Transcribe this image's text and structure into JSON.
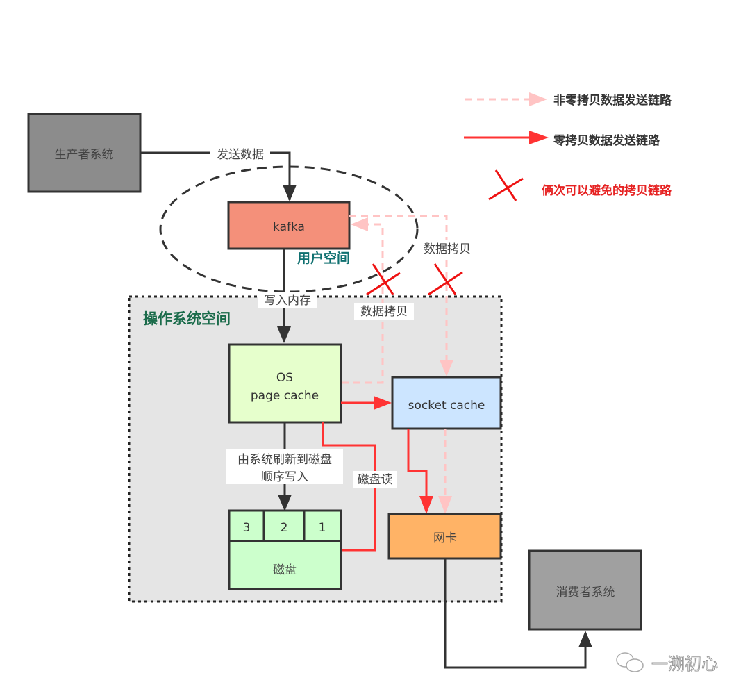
{
  "colors": {
    "pink_dashed": "#ffc4c4",
    "red": "#ff3333",
    "dark": "#333333",
    "kafka_fill": "#f4907a",
    "os_fill": "#e5e5e5",
    "page_cache_fill": "#e6ffcc",
    "disk_fill": "#ccffcc",
    "socket_fill": "#cce5ff",
    "nic_fill": "#ffb366",
    "system_fill": "#8c8c8c",
    "consumer_fill": "#a0a0a0",
    "space_label": "#1a6b4a",
    "user_space_label": "#0f7070"
  },
  "legend": [
    {
      "kind": "dashed-pink-arrow",
      "label": "非零拷贝数据发送链路"
    },
    {
      "kind": "solid-red-arrow",
      "label": "零拷贝数据发送链路"
    },
    {
      "kind": "red-cross",
      "label": "俩次可以避免的拷贝链路"
    }
  ],
  "nodes": {
    "producer": "生产者系统",
    "kafka": "kafka",
    "page_cache_line1": "OS",
    "page_cache_line2": "page cache",
    "socket_cache": "socket cache",
    "disk": "磁盘",
    "disk_segments": [
      "3",
      "2",
      "1"
    ],
    "nic": "网卡",
    "consumer": "消费者系统"
  },
  "regions": {
    "user_space": "用户空间",
    "os_space": "操作系统空间"
  },
  "edge_labels": {
    "send_data": "发送数据",
    "write_memory": "写入内存",
    "copy_top": "数据拷贝",
    "copy_bottom": "数据拷贝",
    "flush_line1": "由系统刷新到磁盘",
    "flush_line2": "顺序写入",
    "disk_read": "磁盘读"
  },
  "watermark": "一溯初心"
}
